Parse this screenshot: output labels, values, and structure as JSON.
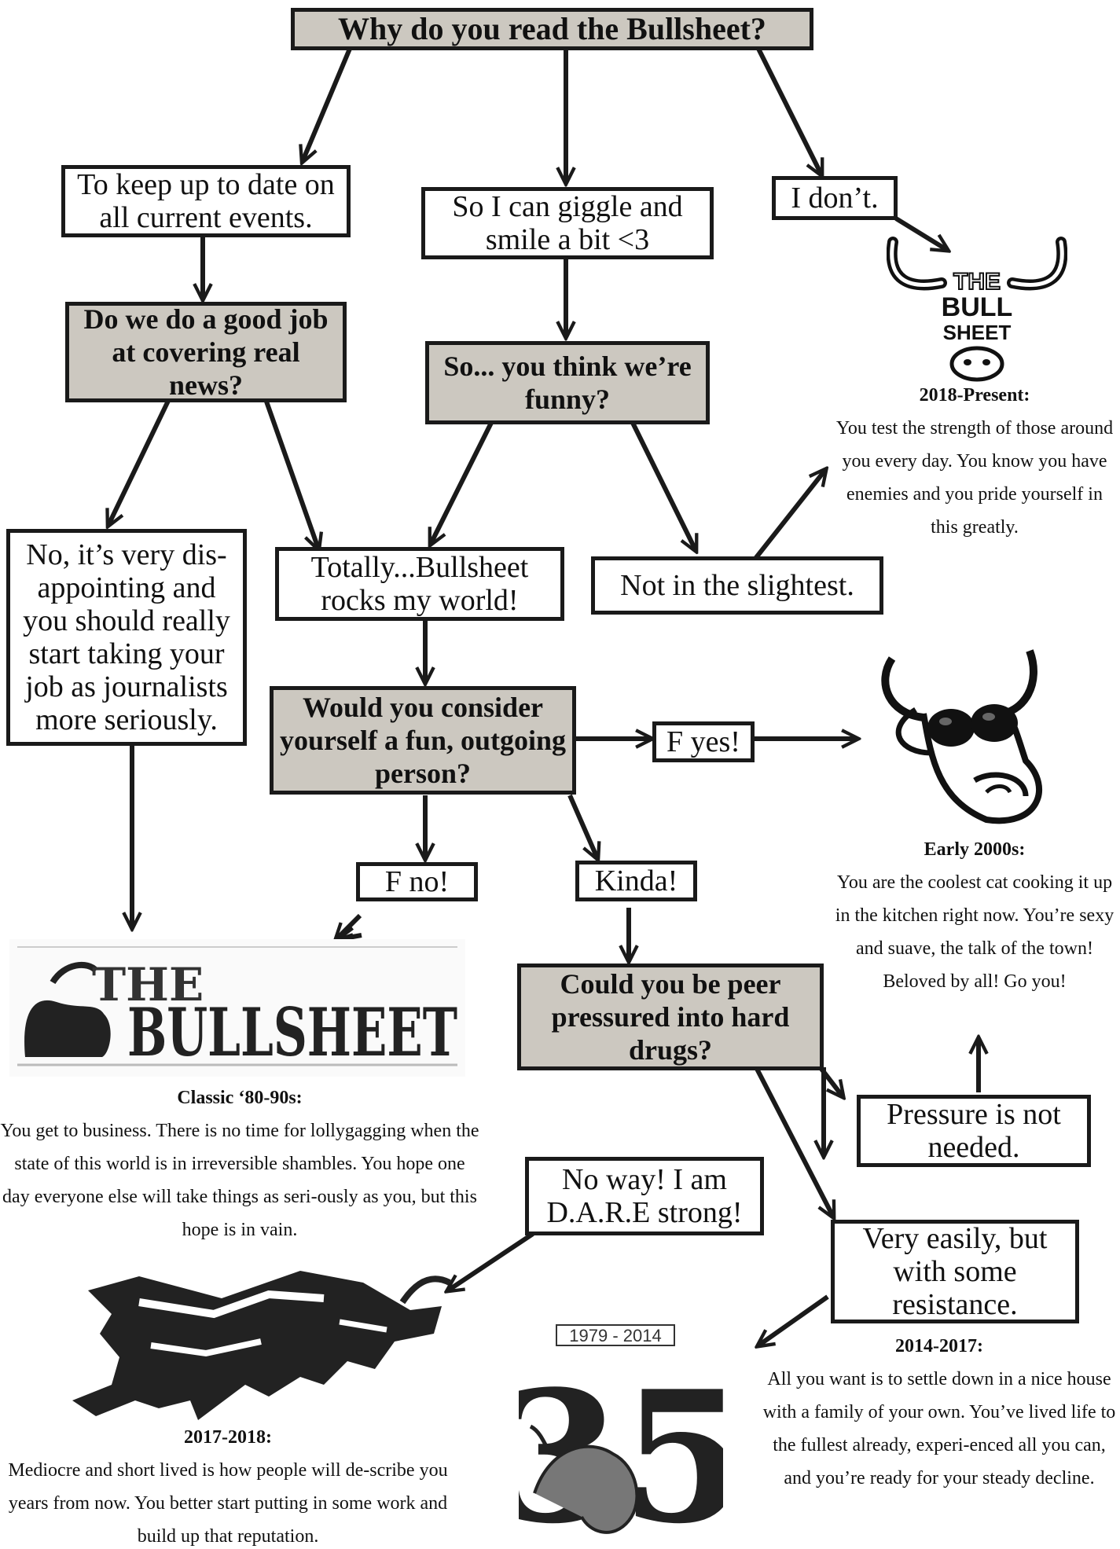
{
  "title": "Why do you read the Bullsheet?",
  "answers": {
    "current_events": "To keep up to date on all current events.",
    "giggle": "So I can giggle and smile a bit <3",
    "dont": "I don’t.",
    "disappointing": "No, it’s very dis-appointing and you should really start taking your job as journalists more seriously.",
    "rocks": "Totally...Bullsheet rocks my world!",
    "not_slightest": "Not in the slightest.",
    "f_yes": "F yes!",
    "f_no": "F no!",
    "kinda": "Kinda!",
    "dare": "No way! I am D.A.R.E strong!",
    "pressure": "Pressure is not needed.",
    "easily": "Very easily, but with some resistance."
  },
  "questions": {
    "good_job": "Do we do a good job at covering real news?",
    "funny": "So... you think we’re funny?",
    "fun_person": "Would you consider yourself a fun, outgoing person?",
    "peer_pressure": "Could you be peer pressured into hard drugs?"
  },
  "results": {
    "present": {
      "era": "2018-Present:",
      "text": "You test the strength of those around you every day. You know you have enemies and you pride yourself in this greatly."
    },
    "early2000s": {
      "era": "Early 2000s:",
      "text": "You are the coolest cat cooking it up in the kitchen right now. You’re sexy and suave, the talk of the town! Beloved by all! Go you!"
    },
    "classic": {
      "era": "Classic ‘80-90s:",
      "text": "You get to business. There is no time for lollygagging when the state of this world is in irreversible shambles. You hope one day everyone else will take things as seri-ously as you, but this hope is in vain."
    },
    "r2017": {
      "era": "2017-2018:",
      "text": "Mediocre and short lived is how people will de-scribe you years from now. You better start putting in some work and build up that reputation."
    },
    "r2014": {
      "era": "2014-2017:",
      "text": "All you want is to settle down in a nice house with a family of your own. You’ve lived life to the fullest already, experi-enced all you can, and you’re ready for your steady decline."
    }
  },
  "logos": {
    "present_logo_text": [
      "THE",
      "BULL",
      "SHEET"
    ],
    "classic_logo_text": [
      "THE",
      "BULLSHEET"
    ],
    "anniversary_years": "1979 - 2014",
    "anniversary_number": "35"
  },
  "colors": {
    "question_fill": "#ccc8c0",
    "border": "#1a1a1a"
  }
}
